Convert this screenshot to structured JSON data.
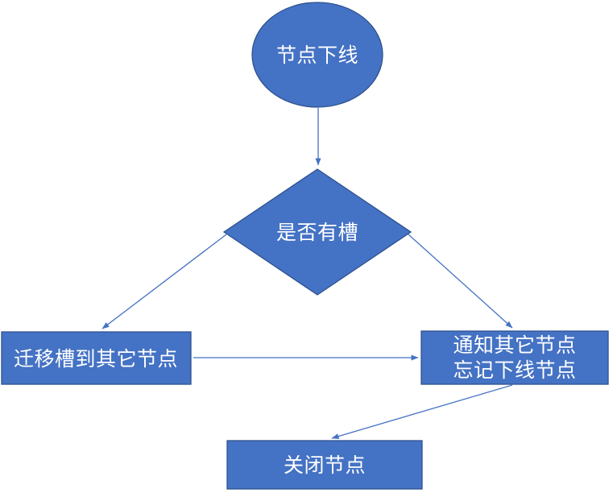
{
  "diagram": {
    "title": "node-offline-flowchart",
    "nodes": {
      "start": {
        "shape": "ellipse",
        "label": "节点下线"
      },
      "decision": {
        "shape": "diamond",
        "label": "是否有槽"
      },
      "migrate": {
        "shape": "rect",
        "label": "迁移槽到其它节点"
      },
      "notify": {
        "shape": "rect",
        "label_line1": "通知其它节点",
        "label_line2": "忘记下线节点"
      },
      "shutdown": {
        "shape": "rect",
        "label": "关闭节点"
      }
    },
    "edges": [
      {
        "from": "start",
        "to": "decision"
      },
      {
        "from": "decision",
        "to": "migrate"
      },
      {
        "from": "decision",
        "to": "notify"
      },
      {
        "from": "migrate",
        "to": "notify"
      },
      {
        "from": "notify",
        "to": "shutdown"
      }
    ]
  },
  "colors": {
    "shape_fill": "#4472C4",
    "shape_border": "#2F528F",
    "connector": "#4472C4",
    "label_color": "#FFFFFF"
  }
}
